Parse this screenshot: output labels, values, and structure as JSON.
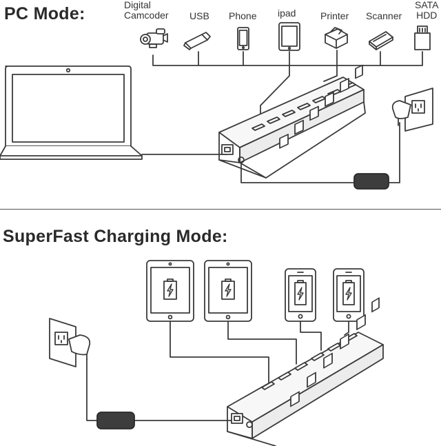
{
  "sections": {
    "pc_mode": {
      "title": "PC Mode:",
      "devices": [
        {
          "label_lines": [
            "Digital",
            "Camcoder"
          ],
          "icon": "camcorder-icon"
        },
        {
          "label_lines": [
            "USB"
          ],
          "icon": "usb-stick-icon"
        },
        {
          "label_lines": [
            "Phone"
          ],
          "icon": "phone-icon"
        },
        {
          "label_lines": [
            "ipad"
          ],
          "icon": "tablet-icon"
        },
        {
          "label_lines": [
            "Printer"
          ],
          "icon": "printer-icon"
        },
        {
          "label_lines": [
            "Scanner"
          ],
          "icon": "scanner-icon"
        },
        {
          "label_lines": [
            "SATA",
            "HDD"
          ],
          "icon": "hdd-icon"
        }
      ]
    },
    "charging_mode": {
      "title": "SuperFast Charging Mode:"
    }
  },
  "icons": [
    "laptop-icon",
    "usb-hub-icon",
    "wall-outlet-icon",
    "power-adapter-icon",
    "battery-charging-icon"
  ],
  "colors": {
    "line": "#3a3a3a",
    "adapter": "#3d3d3d",
    "hub_face": "#ececec",
    "hub_top": "#f7f7f7"
  }
}
